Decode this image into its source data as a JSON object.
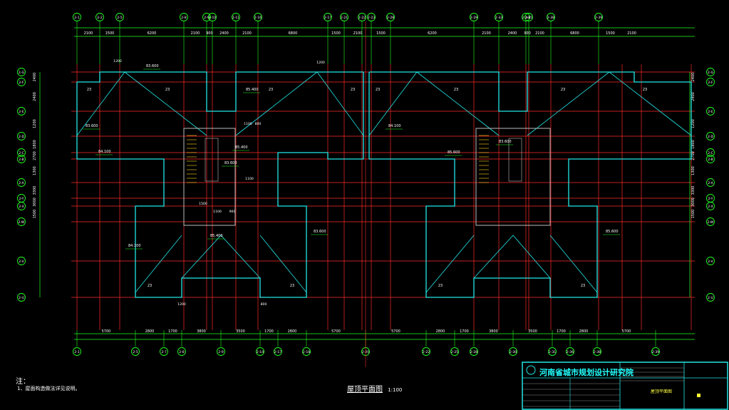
{
  "colors": {
    "background": "#000000",
    "grid_line": "#ff2a2a",
    "dim_line": "#22ff22",
    "wall": "#22e6e6",
    "slope": "#22e6e6",
    "text": "#ffffff",
    "stair": "#ffd21a",
    "title_panel": "#22e6e6"
  },
  "top_axis_labels": [
    "2-1",
    "2-2",
    "2-5",
    "2-8",
    "2-9",
    "2-10",
    "2-11",
    "2-16",
    "2-17",
    "2-21",
    "2-22",
    "2-23",
    "2-28",
    "2-29",
    "2-33",
    "2-34",
    "2-35",
    "2-38",
    "2-39"
  ],
  "top_dims": [
    "2100",
    "1500",
    "6200",
    "2100",
    "900",
    "2400",
    "2100",
    "6800",
    "1500",
    "2100",
    "1500",
    "6200",
    "2100",
    "2400",
    "900",
    "2100",
    "6800",
    "1500",
    "2100"
  ],
  "left_axis_labels": [
    "2-G",
    "2-F",
    "2-E",
    "2-D",
    "2-C",
    "2-B",
    "2-A",
    "2-Y",
    "2-X",
    "2-W",
    "2-V",
    "2-U"
  ],
  "left_dims": [
    "2400",
    "2400",
    "1200",
    "1800",
    "2700",
    "1300",
    "3300",
    "3000",
    "1500"
  ],
  "bottom_dims": [
    "5700",
    "2800",
    "1700",
    "3800",
    "3500",
    "1700",
    "2800",
    "5700",
    "5700",
    "2800",
    "1700",
    "3800",
    "3500",
    "1700",
    "2800",
    "5700"
  ],
  "bottom_axis_labels": [
    "2-1",
    "2-5",
    "2-7",
    "2-8",
    "2-9",
    "2-14",
    "2-17",
    "2-18",
    "2-20",
    "2-22",
    "2-25",
    "2-28",
    "2-30",
    "2-31",
    "2-36",
    "2-38",
    "2-39"
  ],
  "elevations": [
    "83.600",
    "85.400",
    "83.600",
    "84.100",
    "85.400",
    "83.600",
    "84.100",
    "85.400",
    "83.600",
    "84.100",
    "85.600",
    "83.600",
    "85.600"
  ],
  "room_labels": [
    "23",
    "23",
    "23",
    "23",
    "23",
    "23",
    "23",
    "23",
    "23",
    "23",
    "23",
    "23"
  ],
  "small_notes": [
    "1200",
    "1200",
    "1100",
    "800",
    "1500",
    "1100",
    "900",
    "1100",
    "1200",
    "800"
  ],
  "note_title": "注：",
  "note_line": "1、屋面构造做法详见说明。",
  "drawing_title": "屋顶平面图",
  "drawing_scale": "1:100",
  "institute_name": "河南省城市规划设计研究院",
  "sheet_name": "屋顶平面图"
}
